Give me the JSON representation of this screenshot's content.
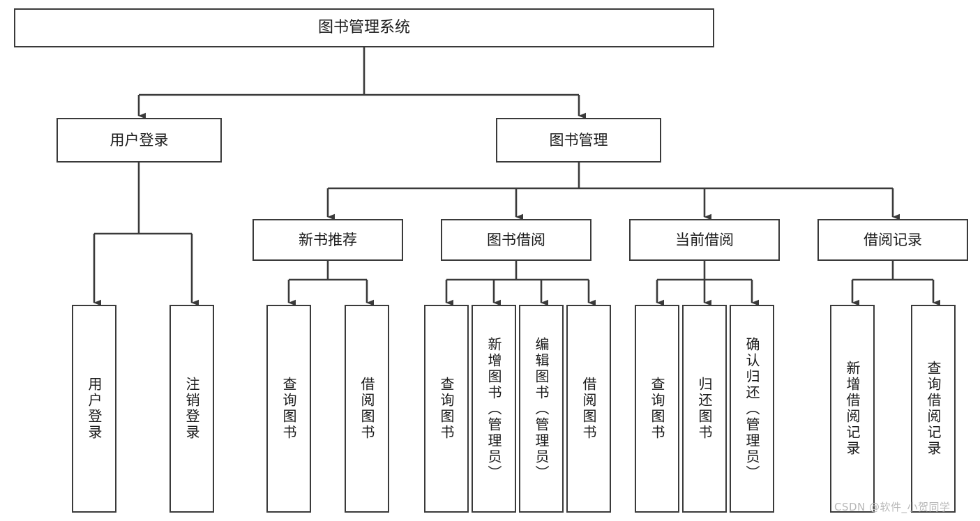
{
  "diagram": {
    "type": "tree-hierarchy-chart",
    "title": "图书管理系统",
    "orientation": "top-down",
    "levels": 4
  },
  "root": {
    "label": "图书管理系统"
  },
  "level2": [
    {
      "id": "user-login",
      "label": "用户登录"
    },
    {
      "id": "book-management",
      "label": "图书管理"
    }
  ],
  "level3": [
    {
      "id": "new-book-recommend",
      "label": "新书推荐"
    },
    {
      "id": "book-borrow",
      "label": "图书借阅"
    },
    {
      "id": "current-borrow",
      "label": "当前借阅"
    },
    {
      "id": "borrow-record",
      "label": "借阅记录"
    }
  ],
  "leaves": {
    "user_login": [
      {
        "id": "leaf-user-login",
        "label": "用户登录"
      },
      {
        "id": "leaf-logout-login",
        "label": "注销登录"
      }
    ],
    "new_book_recommend": [
      {
        "id": "leaf-query-book-1",
        "label": "查询图书"
      },
      {
        "id": "leaf-borrow-book-1",
        "label": "借阅图书"
      }
    ],
    "book_borrow": [
      {
        "id": "leaf-query-book-2",
        "label": "查询图书"
      },
      {
        "id": "leaf-add-book",
        "label": "新增图书（管理员）"
      },
      {
        "id": "leaf-edit-book",
        "label": "编辑图书（管理员）"
      },
      {
        "id": "leaf-borrow-book-2",
        "label": "借阅图书"
      }
    ],
    "current_borrow": [
      {
        "id": "leaf-query-book-3",
        "label": "查询图书"
      },
      {
        "id": "leaf-return-book",
        "label": "归还图书"
      },
      {
        "id": "leaf-confirm-return",
        "label": "确认归还（管理员）"
      }
    ],
    "borrow_record": [
      {
        "id": "leaf-add-borrow-record",
        "label": "新增借阅记录"
      },
      {
        "id": "leaf-query-borrow-record",
        "label": "查询借阅记录"
      }
    ]
  },
  "watermark": {
    "text": "CSDN @软件_小贺同学"
  },
  "colors": {
    "background": "#ffffff",
    "box_border": "#3a3a3a",
    "box_fill": "#ffffff",
    "connector": "#3a3a3a",
    "text": "#1a1a1a",
    "watermark": "#b8b8b8"
  }
}
